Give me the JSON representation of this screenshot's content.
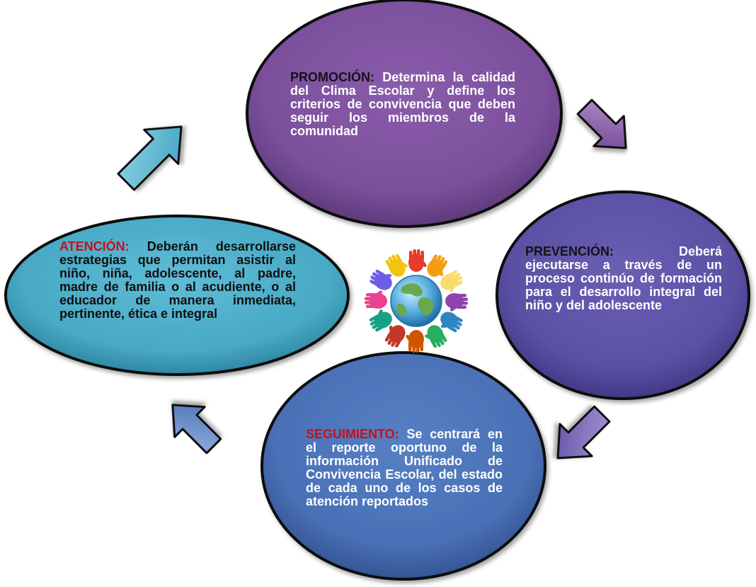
{
  "promocion": {
    "label": "PROMOCIÓN:",
    "text": " Determina la calidad del Clima Escolar y define los criterios de convivencia que deben seguir los miembros de la comunidad"
  },
  "prevencion": {
    "label": "PREVENCIÓN:",
    "text": " Deberá ejecutarse a través de un proceso continúo de formación para el desarrollo integral del niño y del adolescente"
  },
  "seguimiento": {
    "label": "SEGUIMIENTO:",
    "text": " Se centrará en el reporte oportuno de la información Unificado de Convivencia Escolar, del estado de cada uno de los casos de atención reportados"
  },
  "atencion": {
    "label": "ATENCIÓN:",
    "text": " Deberán desarrollarse estrategias que permitan asistir al niño, niña, adolescente, al padre, madre de familia o al acudiente, o al educador de manera inmediata, pertinente, ética e integral"
  },
  "center_image": {
    "icon": "world-hands-icon"
  },
  "colors": {
    "promocion_fill": "#7a4d9a",
    "prevencion_fill": "#5a4ea2",
    "seguimiento_fill": "#4a6fb5",
    "atencion_fill": "#4aaac8",
    "outline": "#0d0d0d",
    "label_red": "#c8101a"
  }
}
